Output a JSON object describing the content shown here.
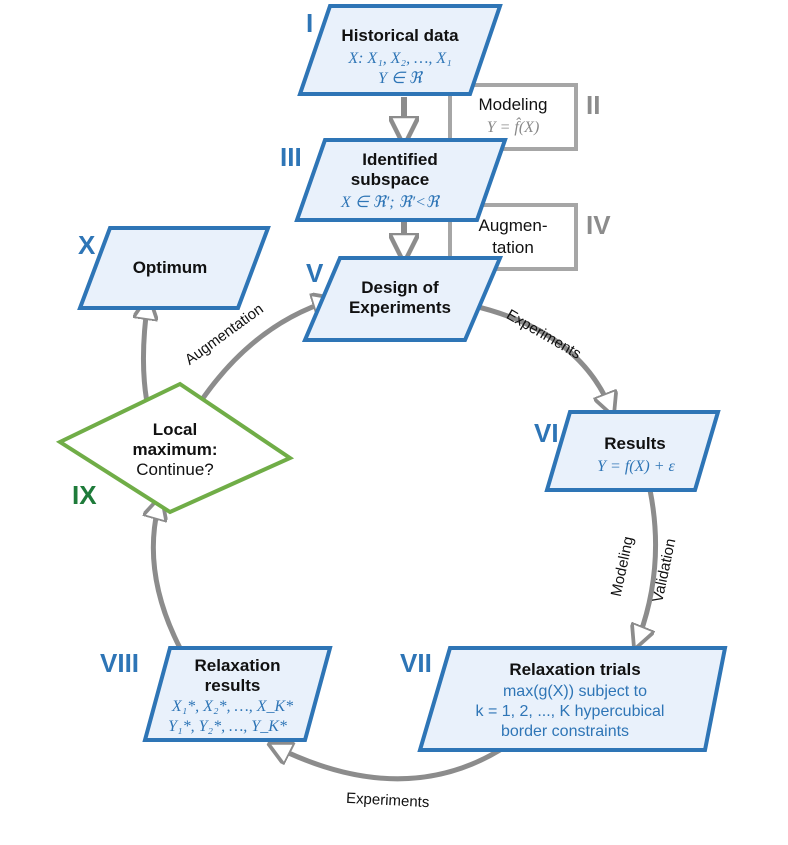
{
  "nodes": {
    "I": {
      "numeral": "I",
      "title": "Historical data",
      "math1": "X: X₁, X₂, …, X₁",
      "math2": "Y ∈ ℜ"
    },
    "II": {
      "numeral": "II",
      "title": "Modeling",
      "math": "Y = f̂(X)"
    },
    "III": {
      "numeral": "III",
      "title1": "Identified",
      "title2": "subspace",
      "math": "X ∈ ℜ′; ℜ′<ℜ"
    },
    "IV": {
      "numeral": "IV",
      "line1": "Augmen-",
      "line2": "tation"
    },
    "V": {
      "numeral": "V",
      "title1": "Design of",
      "title2": "Experiments"
    },
    "VI": {
      "numeral": "VI",
      "title": "Results",
      "math": "Y = f(X) + ε"
    },
    "VII": {
      "numeral": "VII",
      "title": "Relaxation trials",
      "line1": "max(g(X)) subject to",
      "line2": "k = 1, 2, ..., K hypercubical",
      "line3": "border constraints"
    },
    "VIII": {
      "numeral": "VIII",
      "title1": "Relaxation",
      "title2": "results",
      "math1": "X₁*, X₂*, …, X_K*",
      "math2": "Y₁*, Y₂*, …, Y_K*"
    },
    "IX": {
      "numeral": "IX",
      "title1": "Local",
      "title2": "maximum:",
      "line3": "Continue?"
    },
    "X": {
      "numeral": "X",
      "title": "Optimum"
    }
  },
  "edges": {
    "augmentation": "Augmentation",
    "experiments_top": "Experiments",
    "modeling": "Modeling",
    "validation": "Validation",
    "experiments_bottom": "Experiments"
  },
  "colors": {
    "blue": "#2e75b6",
    "box_fill": "#e9f1fb",
    "gray": "#a6a6a6",
    "green": "#70ad47",
    "arrow": "#8c8c8c"
  }
}
